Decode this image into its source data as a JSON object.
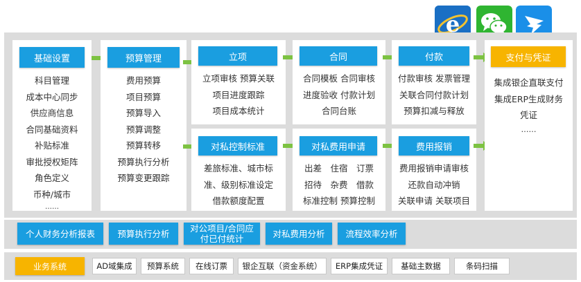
{
  "columns": [
    {
      "key": "base",
      "title": "基础设置",
      "items": [
        "科目管理",
        "成本中心同步",
        "供应商信息",
        "合同基础资料",
        "补贴标准",
        "审批授权矩阵",
        "角色定义",
        "币种/城市",
        "……"
      ]
    },
    {
      "key": "budget",
      "title": "预算管理",
      "items": [
        "费用预算",
        "项目预算",
        "预算导入",
        "预算调整",
        "预算转移",
        "预算执行分析",
        "预算变更跟踪"
      ]
    }
  ],
  "top_row": [
    {
      "key": "project",
      "title": "立项",
      "items": [
        "立项审核 预算关联",
        "项目进度跟踪",
        "项目成本统计"
      ]
    },
    {
      "key": "contract",
      "title": "合同",
      "items": [
        "合同模板 合同审核",
        "进度验收 付款计划",
        "合同台账"
      ]
    },
    {
      "key": "payment",
      "title": "付款",
      "items": [
        "付款审核 发票管理",
        "关联合同付款计划",
        "预算扣减与释放"
      ]
    }
  ],
  "bottom_row": [
    {
      "key": "private_std",
      "title": "对私控制标准",
      "items": [
        "差旅标准、城市标",
        "准、级别标准设定",
        "借款额度配置"
      ]
    },
    {
      "key": "private_fee",
      "title": "对私费用申请",
      "items": [
        "出差　住宿　订票",
        "招待　杂费　借款",
        "标准控制 预算控制"
      ]
    },
    {
      "key": "reimburse",
      "title": "费用报销",
      "items": [
        "费用报销申请审核",
        "还款自动冲销",
        "关联申请 关联项目"
      ]
    }
  ],
  "pay_voucher": {
    "title": "支付与凭证",
    "items": [
      "集成银企直联支付",
      "集成ERP生成财务",
      "凭证",
      "……"
    ]
  },
  "reports": [
    "个人财务分析报表",
    "预算执行分析",
    "对公项目/合同应\n付已付统计",
    "对私费用分析",
    "流程效率分析"
  ],
  "systems": {
    "label": "业务系统",
    "items": [
      "AD域集成",
      "预算系统",
      "在线订票",
      "银企互联（资金系统）",
      "ERP集成凭证",
      "基础主数据",
      "条码扫描"
    ]
  },
  "apps": [
    {
      "name": "ie-browser-icon"
    },
    {
      "name": "wechat-icon"
    },
    {
      "name": "dingtalk-icon"
    }
  ],
  "colors": {
    "blue": "#1a9ee0",
    "orange": "#f7b400",
    "green": "#7dc242",
    "panel": "#dcdcdc"
  }
}
